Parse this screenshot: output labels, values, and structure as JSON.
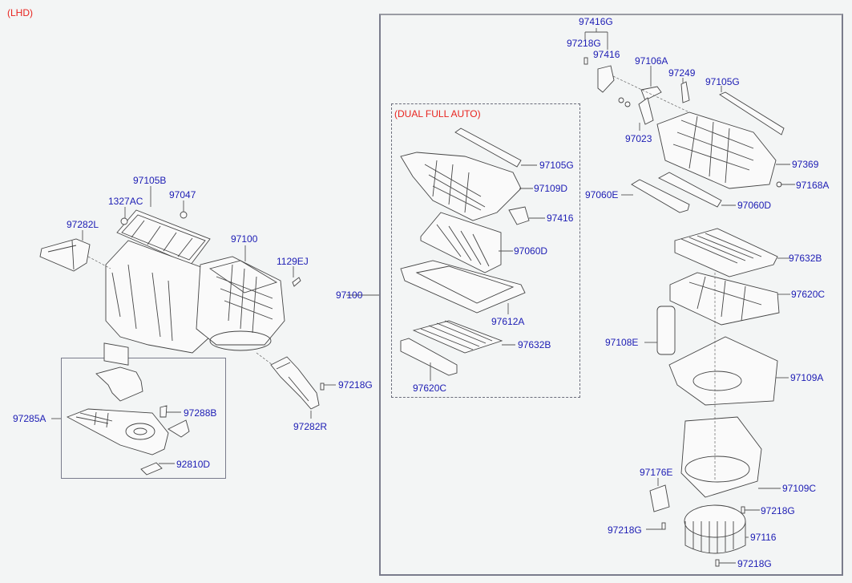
{
  "title": "(LHD)",
  "inset_title": "(DUAL FULL AUTO)",
  "colors": {
    "label": "#1c1cb4",
    "title": "#e8231e",
    "background": "#f3f5f5",
    "frame": "#7a7c8c"
  },
  "left_assembly": {
    "labels": {
      "p97105B": "97105B",
      "p1327AC": "1327AC",
      "p97047": "97047",
      "p97282L": "97282L",
      "p97100": "97100",
      "p1129EJ": "1129EJ",
      "p97218G": "97218G",
      "p97282R": "97282R"
    },
    "inset_box": {
      "p97285A": "97285A",
      "p97288B": "97288B",
      "p92810D": "92810D"
    }
  },
  "main_frame": {
    "label": "97100",
    "dual_full_auto": {
      "p97105G": "97105G",
      "p97109D": "97109D",
      "p97416": "97416",
      "p97060D": "97060D",
      "p97612A": "97612A",
      "p97632B": "97632B",
      "p97620C": "97620C"
    },
    "upper": {
      "p97416G": "97416G",
      "p97218G": "97218G",
      "p97416": "97416",
      "p97106A": "97106A",
      "p97249": "97249",
      "p97105G": "97105G",
      "p97023": "97023",
      "p97369": "97369",
      "p97168A": "97168A",
      "p97060E": "97060E",
      "p97060D": "97060D"
    },
    "lower": {
      "p97632B": "97632B",
      "p97620C": "97620C",
      "p97108E": "97108E",
      "p97109A": "97109A",
      "p97176E": "97176E",
      "p97109C": "97109C",
      "p97218G_a": "97218G",
      "p97218G_b": "97218G",
      "p97116": "97116",
      "p97218G_c": "97218G"
    }
  }
}
